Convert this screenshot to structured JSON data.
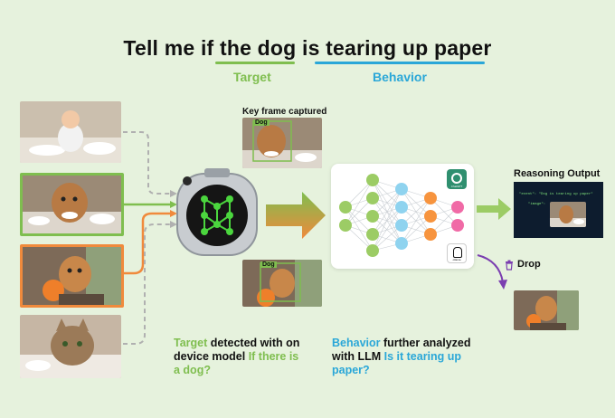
{
  "title": "Tell me if the dog is tearing up paper",
  "labels": {
    "target": "Target",
    "behavior": "Behavior"
  },
  "keyframe": {
    "caption": "Key frame captured",
    "box_label": "Dog"
  },
  "second_frame": {
    "box_label": "Dog"
  },
  "reasoning": {
    "title": "Reasoning Output",
    "line1": "\"event\": \"Dog is tearing up paper\"",
    "line2": "\"image\":"
  },
  "drop": {
    "label": "Drop"
  },
  "target_caption": {
    "part1": "Target",
    "part2": " detected with on device model ",
    "part3": "If there is a dog?"
  },
  "behavior_caption": {
    "part1": "Behavior",
    "part2": " further analyzed with LLM ",
    "part3": "Is it tearing up paper?"
  },
  "llm_logos": {
    "top": "ChatGPT",
    "bottom": "ollama"
  },
  "colors": {
    "green": "#7fbe4f",
    "blue": "#2aa7d8",
    "orange": "#f08a3c",
    "purple": "#7b3fb0"
  }
}
